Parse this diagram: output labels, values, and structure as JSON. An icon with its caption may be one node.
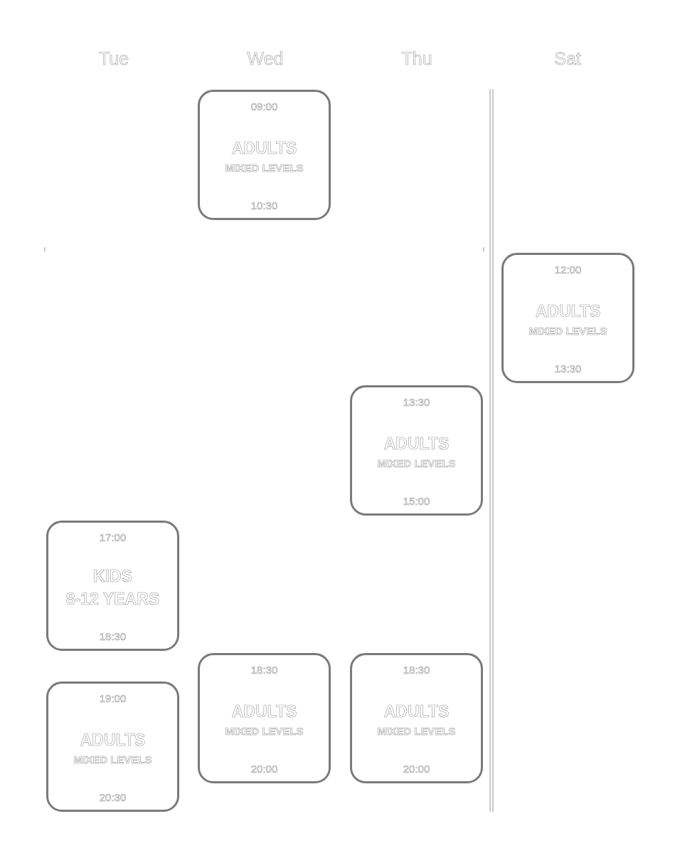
{
  "diagram": {
    "nodes": [
      {
        "text": [
          "09:00",
          "ADULTS",
          "MIXED LEVELS",
          "10:30"
        ]
      },
      {
        "text": [
          "12:00",
          "ADULTS",
          "MIXED LEVELS",
          "13:30"
        ]
      },
      {
        "text": [
          "13:30",
          "ADULTS",
          "MIXED LEVELS",
          "15:00"
        ]
      },
      {
        "text": [
          "17:00",
          "KIDS",
          "8-12 YEARS",
          "18:30"
        ]
      },
      {
        "text": [
          "18:30",
          "ADULTS",
          "MIXED LEVELS",
          "20:00"
        ]
      },
      {
        "text": [
          "18:30",
          "ADULTS",
          "MIXED LEVELS",
          "20:00"
        ]
      },
      {
        "text": [
          "19:00",
          "ADULTS",
          "MIXED LEVELS",
          "20:30"
        ]
      }
    ],
    "labels": [
      "Tue",
      "Wed",
      "Thu",
      "Sat"
    ]
  }
}
